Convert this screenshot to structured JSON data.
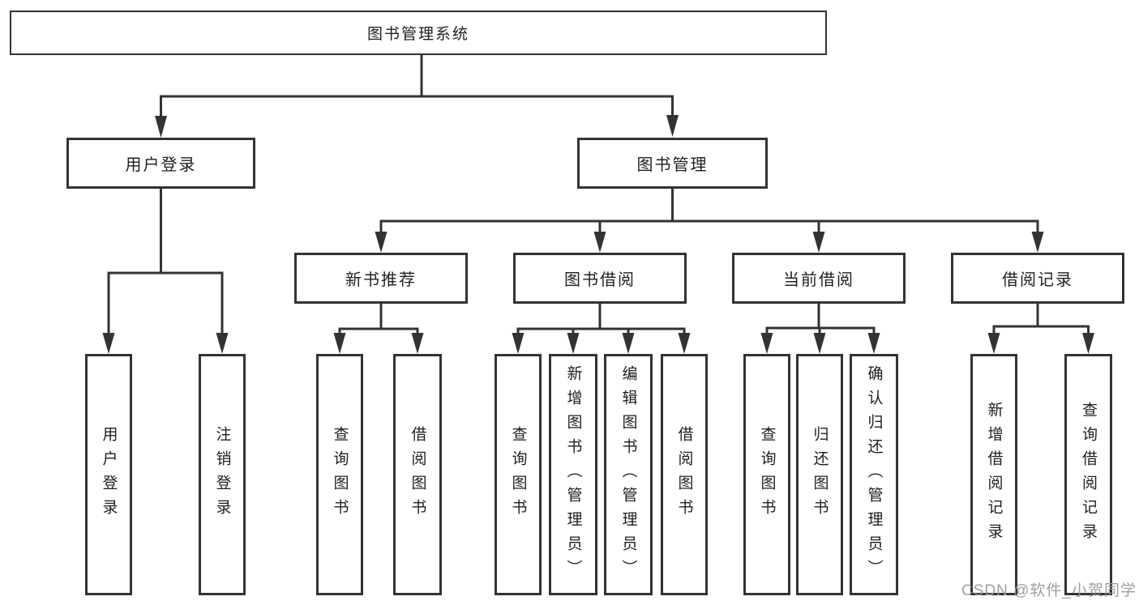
{
  "colors": {
    "line": "#333333",
    "box_border": "#333333",
    "text": "#1f1f1f",
    "watermark": "#9a9a9a",
    "background": "#ffffff"
  },
  "watermark": "CSDN @软件_小贺同学",
  "tree": {
    "root": "图书管理系统",
    "branches": [
      {
        "label": "用户登录",
        "children": [
          "用户登录",
          "注销登录"
        ]
      },
      {
        "label": "图书管理",
        "children": [
          {
            "label": "新书推荐",
            "children": [
              "查询图书",
              "借阅图书"
            ]
          },
          {
            "label": "图书借阅",
            "children": [
              "查询图书",
              "新增图书（管理员）",
              "编辑图书（管理员）",
              "借阅图书"
            ]
          },
          {
            "label": "当前借阅",
            "children": [
              "查询图书",
              "归还图书",
              "确认归还（管理员）"
            ]
          },
          {
            "label": "借阅记录",
            "children": [
              "新增借阅记录",
              "查询借阅记录"
            ]
          }
        ]
      }
    ]
  }
}
